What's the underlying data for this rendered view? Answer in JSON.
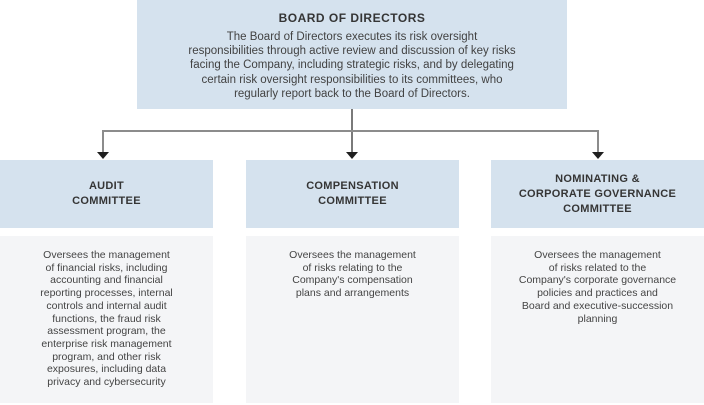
{
  "board": {
    "title": "BOARD OF DIRECTORS",
    "description": "The Board of Directors executes its risk oversight\nresponsibilities through active review and discussion of key risks\nfacing the Company, including strategic risks, and by delegating\ncertain risk oversight responsibilities to its committees, who\nregularly report back to the Board of Directors."
  },
  "committees": [
    {
      "name": "AUDIT\nCOMMITTEE",
      "description": "Oversees the management\nof financial risks, including\naccounting and financial\nreporting processes, internal\ncontrols and internal audit\nfunctions, the fraud risk\nassessment program, the\nenterprise risk management\nprogram, and other risk\nexposures, including data\nprivacy and cybersecurity"
    },
    {
      "name": "COMPENSATION\nCOMMITTEE",
      "description": "Oversees the management\nof risks relating to the\nCompany's compensation\nplans and arrangements"
    },
    {
      "name": "NOMINATING &\nCORPORATE GOVERNANCE\nCOMMITTEE",
      "description": "Oversees the management\nof risks related to the\nCompany's corporate governance\npolicies and practices and\nBoard and executive-succession\nplanning"
    }
  ],
  "icons": {
    "arrow_down": "arrow-down"
  },
  "colors": {
    "box_header_bg": "#d5e2ee",
    "box_body_bg": "#f4f5f7",
    "text": "#3f3f3f",
    "connector_line": "#8c8c8c",
    "arrowhead": "#1f1f1f",
    "background": "#ffffff"
  }
}
